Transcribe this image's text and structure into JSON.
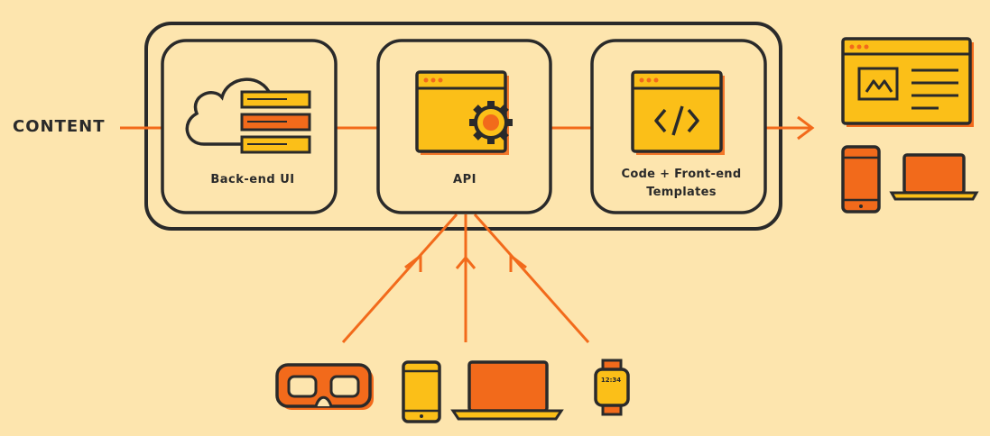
{
  "labels": {
    "input": "CONTENT",
    "backend": "Back-end UI",
    "api": "API",
    "templates_line1": "Code + Front-end",
    "templates_line2": "Templates",
    "watch_time": "12:34"
  },
  "icons": {
    "backend": "cloud-server-icon",
    "api": "browser-gear-icon",
    "templates": "browser-code-icon",
    "outputs": [
      "website-window-icon",
      "smartphone-icon",
      "laptop-icon"
    ],
    "clients": [
      "vr-headset-icon",
      "tablet-icon",
      "laptop-icon",
      "smartwatch-icon"
    ]
  },
  "colors": {
    "background": "#FDE5AE",
    "outline": "#2A2A2A",
    "yellow": "#FBBF18",
    "orange": "#F26A1B",
    "arrow": "#F26A1B"
  }
}
